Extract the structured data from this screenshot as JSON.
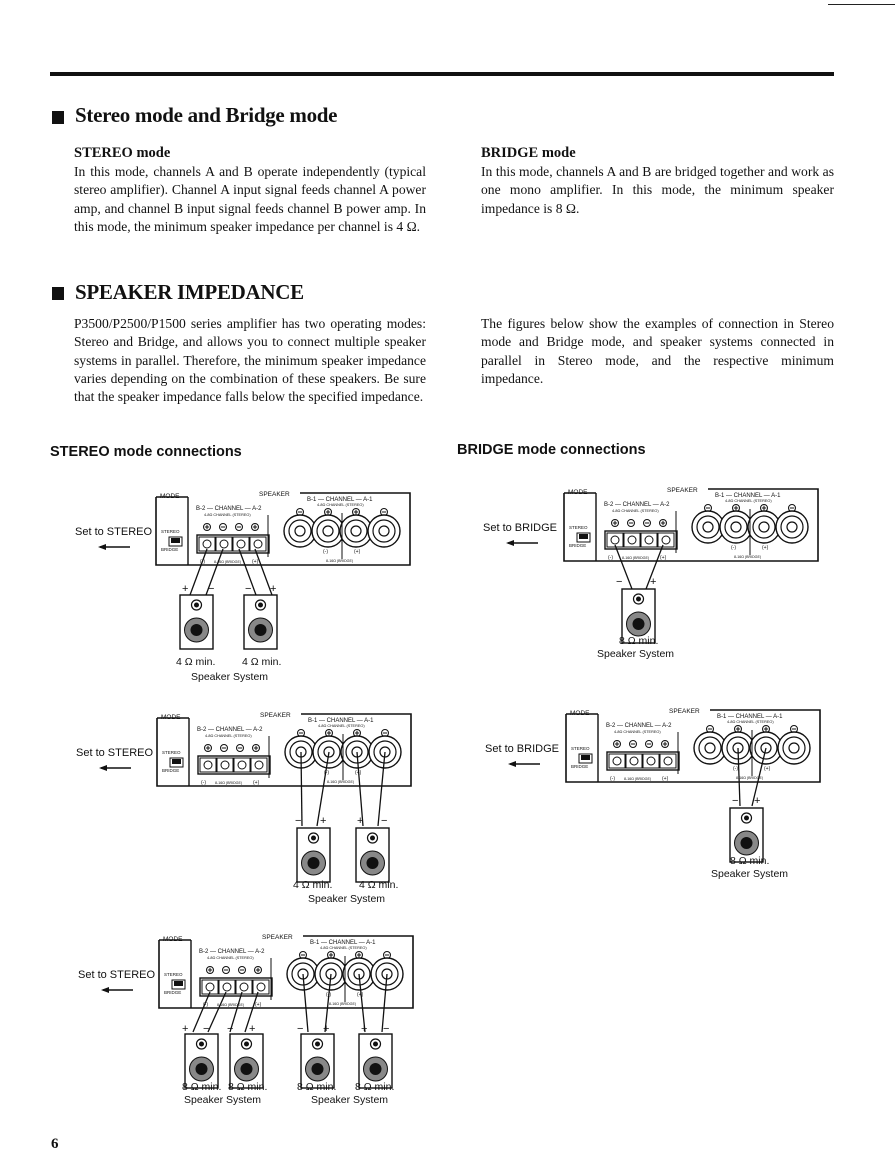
{
  "section1": {
    "title": "Stereo mode and Bridge mode",
    "stereo_heading": "STEREO mode",
    "stereo_text": "In this mode, channels A and B operate independently (typical stereo amplifier). Channel A input signal feeds channel A power amp, and channel B input signal feeds channel B power amp. In this mode, the minimum speaker impedance per channel is 4 Ω.",
    "bridge_heading": "BRIDGE mode",
    "bridge_text": "In this mode, channels A and B are bridged together and work as one mono amplifier. In this mode, the minimum speaker impedance is 8 Ω."
  },
  "section2": {
    "title": "SPEAKER IMPEDANCE",
    "left_text": "P3500/P2500/P1500 series amplifier has two operating modes: Stereo and Bridge, and allows you to connect multiple speaker systems in parallel. Therefore, the minimum speaker impedance varies depending on the combination of these speakers. Be sure that the speaker impedance falls below the specified impedance.",
    "right_text": "The figures below show the examples of connection in Stereo mode and Bridge mode, and speaker systems connected in parallel in Stereo mode, and the respective minimum impedance."
  },
  "stereo_connections_title": "STEREO mode connections",
  "bridge_connections_title": "BRIDGE mode connections",
  "panel": {
    "mode": "MODE",
    "speaker": "SPEAKER",
    "b2_channel": "B-2 — CHANNEL — A-2",
    "b1_channel": "B-1 — CHANNEL — A-1",
    "stereo_ohm": "4-8Ω CHANNEL (STEREO)",
    "bridge_ohm": "8-16Ω (BRIDGE)",
    "stereo_switch": "STEREO",
    "bridge_switch": "BRIDGE",
    "minus": "(-)",
    "plus": "(+)"
  },
  "diagrams": {
    "d1": {
      "set_label": "Set to STEREO",
      "imp1": "4 Ω min.",
      "imp2": "4 Ω min.",
      "caption": "Speaker System"
    },
    "d2": {
      "set_label": "Set to BRIDGE",
      "imp1": "8 Ω min.",
      "caption": "Speaker System"
    },
    "d3": {
      "set_label": "Set to STEREO",
      "imp1": "4 Ω min.",
      "imp2": "4 Ω min.",
      "caption": "Speaker System"
    },
    "d4": {
      "set_label": "Set to BRIDGE",
      "imp1": "8 Ω min.",
      "caption": "Speaker System"
    },
    "d5": {
      "set_label": "Set to STEREO",
      "imp1": "8 Ω min.",
      "imp2": "8 Ω min.",
      "caption1": "Speaker System",
      "imp3": "8 Ω min.",
      "imp4": "8 Ω min.",
      "caption2": "Speaker System"
    }
  },
  "page_number": "6"
}
